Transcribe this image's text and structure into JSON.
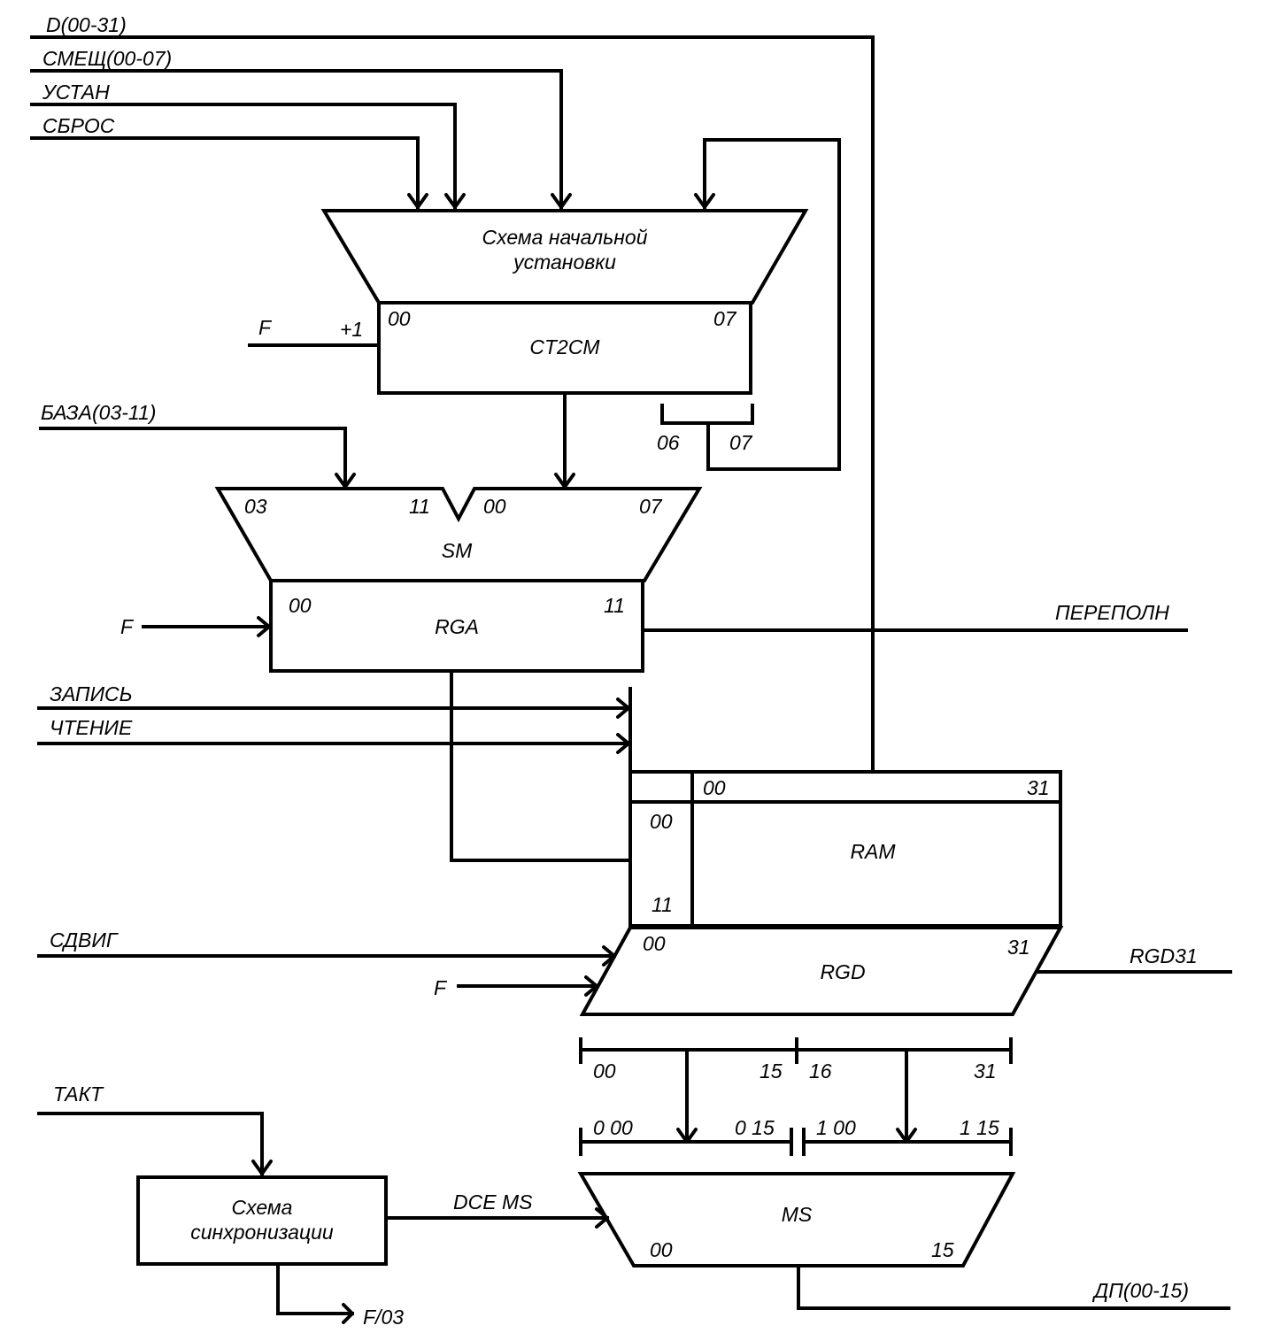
{
  "title": "Функциональная схема: блок адресации RAM со сдвиговым регистром и мультиплексором",
  "inputs": {
    "d": "D(00-31)",
    "smesh": "СМЕЩ(00-07)",
    "ustan": "УСТАН",
    "sbros": "СБРОС",
    "baza": "БАЗА(03-11)",
    "zapis": "ЗАПИСЬ",
    "chtenie": "ЧТЕНИЕ",
    "sdvig": "СДВИГ",
    "takt": "ТАКТ",
    "f_ct": "F",
    "f_rga": "F",
    "f_rgd": "F"
  },
  "outputs": {
    "perepoln": "ПЕРЕПОЛН",
    "rgd31": "RGD31",
    "dp": "ДП(00-15)",
    "f03": "F/03",
    "dce_ms": "DCE MS"
  },
  "blocks": {
    "init": {
      "line1": "Схема начальной",
      "line2": "установки"
    },
    "ct2cm": {
      "name": "CT2CM",
      "inc": "+1",
      "bit_lo": "00",
      "bit_hi": "07",
      "tap_06": "06",
      "tap_07": "07"
    },
    "sm": {
      "name": "SM",
      "a_lo": "03",
      "a_hi": "11",
      "b_lo": "00",
      "b_hi": "07"
    },
    "rga": {
      "name": "RGA",
      "bit_lo": "00",
      "bit_hi": "11"
    },
    "ram": {
      "name": "RAM",
      "data_lo": "00",
      "data_hi": "31",
      "addr_lo": "00",
      "addr_hi": "11"
    },
    "rgd": {
      "name": "RGD",
      "bit_lo": "00",
      "bit_hi": "31"
    },
    "split": {
      "lo_start": "00",
      "lo_end": "15",
      "hi_start": "16",
      "hi_end": "31"
    },
    "ms_in": {
      "g0_start": "0 00",
      "g0_end": "0 15",
      "g1_start": "1 00",
      "g1_end": "1 15"
    },
    "ms": {
      "name": "MS",
      "bit_lo": "00",
      "bit_hi": "15"
    },
    "sync": {
      "line1": "Схема",
      "line2": "синхронизации"
    }
  }
}
